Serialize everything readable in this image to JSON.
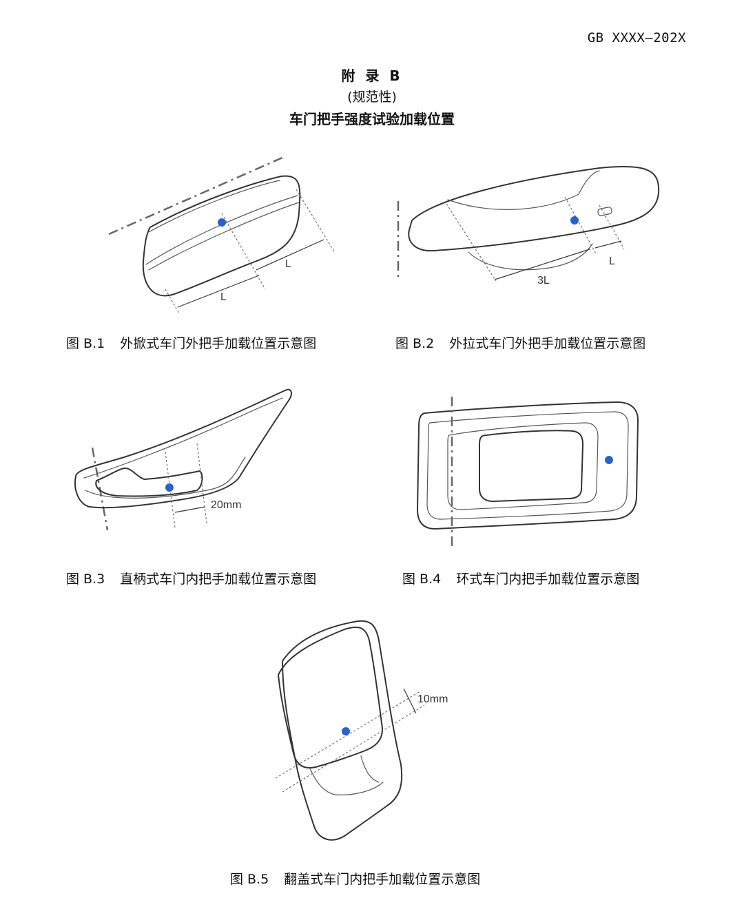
{
  "header": {
    "standard_code": "GB XXXX—202X"
  },
  "title": {
    "appendix": "附 录 B",
    "nature": "(规范性)",
    "subject": "车门把手强度试验加载位置"
  },
  "colors": {
    "load_point": "#2a62c9"
  },
  "figures": [
    {
      "number": "图 B.1",
      "caption": "外掀式车门外把手加载位置示意图",
      "dimensions": [
        "L",
        "L"
      ]
    },
    {
      "number": "图 B.2",
      "caption": "外拉式车门外把手加载位置示意图",
      "dimensions": [
        "3L",
        "L"
      ]
    },
    {
      "number": "图 B.3",
      "caption": "直柄式车门内把手加载位置示意图",
      "dimensions": [
        "20mm"
      ]
    },
    {
      "number": "图 B.4",
      "caption": "环式车门内把手加载位置示意图",
      "dimensions": []
    },
    {
      "number": "图 B.5",
      "caption": "翻盖式车门内把手加载位置示意图",
      "dimensions": [
        "10mm"
      ]
    }
  ]
}
